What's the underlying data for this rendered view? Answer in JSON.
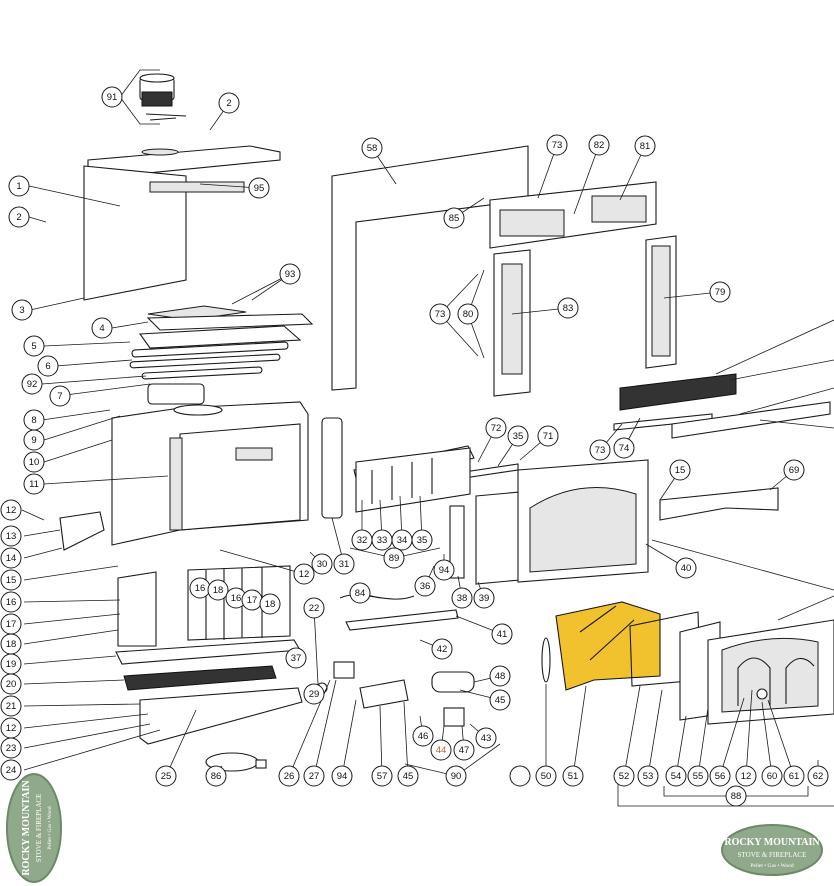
{
  "callouts": [
    {
      "id": "c91a",
      "label": "91"
    },
    {
      "id": "c2a",
      "label": "2"
    },
    {
      "id": "c1",
      "label": "1"
    },
    {
      "id": "c95",
      "label": "95"
    },
    {
      "id": "c2b",
      "label": "2"
    },
    {
      "id": "c3",
      "label": "3"
    },
    {
      "id": "c93",
      "label": "93"
    },
    {
      "id": "c4",
      "label": "4"
    },
    {
      "id": "c5",
      "label": "5"
    },
    {
      "id": "c6",
      "label": "6"
    },
    {
      "id": "c92",
      "label": "92"
    },
    {
      "id": "c7",
      "label": "7"
    },
    {
      "id": "c8",
      "label": "8"
    },
    {
      "id": "c9",
      "label": "9"
    },
    {
      "id": "c10",
      "label": "10"
    },
    {
      "id": "c11",
      "label": "11"
    },
    {
      "id": "c12a",
      "label": "12"
    },
    {
      "id": "c13",
      "label": "13"
    },
    {
      "id": "c14",
      "label": "14"
    },
    {
      "id": "c15a",
      "label": "15"
    },
    {
      "id": "c16a",
      "label": "16"
    },
    {
      "id": "c17a",
      "label": "17"
    },
    {
      "id": "c18a",
      "label": "18"
    },
    {
      "id": "c19",
      "label": "19"
    },
    {
      "id": "c20",
      "label": "20"
    },
    {
      "id": "c21",
      "label": "21"
    },
    {
      "id": "c12b",
      "label": "12"
    },
    {
      "id": "c23",
      "label": "23"
    },
    {
      "id": "c24",
      "label": "24"
    },
    {
      "id": "c16b",
      "label": "16"
    },
    {
      "id": "c18b",
      "label": "18"
    },
    {
      "id": "c16c",
      "label": "16"
    },
    {
      "id": "c17b",
      "label": "17"
    },
    {
      "id": "c18c",
      "label": "18"
    },
    {
      "id": "c12c",
      "label": "12"
    },
    {
      "id": "c30",
      "label": "30"
    },
    {
      "id": "c31",
      "label": "31"
    },
    {
      "id": "c25",
      "label": "25"
    },
    {
      "id": "c86",
      "label": "86"
    },
    {
      "id": "c22",
      "label": "22"
    },
    {
      "id": "c37",
      "label": "37"
    },
    {
      "id": "c29",
      "label": "29"
    },
    {
      "id": "c26",
      "label": "26"
    },
    {
      "id": "c27",
      "label": "27"
    },
    {
      "id": "c94a",
      "label": "94"
    },
    {
      "id": "c57",
      "label": "57"
    },
    {
      "id": "c45a",
      "label": "45"
    },
    {
      "id": "c58",
      "label": "58"
    },
    {
      "id": "c73a",
      "label": "73"
    },
    {
      "id": "c82",
      "label": "82"
    },
    {
      "id": "c81",
      "label": "81"
    },
    {
      "id": "c85",
      "label": "85"
    },
    {
      "id": "c73b",
      "label": "73"
    },
    {
      "id": "c80",
      "label": "80"
    },
    {
      "id": "c83",
      "label": "83"
    },
    {
      "id": "c79",
      "label": "79"
    },
    {
      "id": "c73c",
      "label": "73"
    },
    {
      "id": "c74",
      "label": "74"
    },
    {
      "id": "c72",
      "label": "72"
    },
    {
      "id": "c35a",
      "label": "35"
    },
    {
      "id": "c71",
      "label": "71"
    },
    {
      "id": "c15b",
      "label": "15"
    },
    {
      "id": "c69",
      "label": "69"
    },
    {
      "id": "c32",
      "label": "32"
    },
    {
      "id": "c33",
      "label": "33"
    },
    {
      "id": "c34",
      "label": "34"
    },
    {
      "id": "c35b",
      "label": "35"
    },
    {
      "id": "c89",
      "label": "89"
    },
    {
      "id": "c36",
      "label": "36"
    },
    {
      "id": "c94b",
      "label": "94"
    },
    {
      "id": "c38",
      "label": "38"
    },
    {
      "id": "c39",
      "label": "39"
    },
    {
      "id": "c40",
      "label": "40"
    },
    {
      "id": "c84",
      "label": "84"
    },
    {
      "id": "c41",
      "label": "41"
    },
    {
      "id": "c42",
      "label": "42"
    },
    {
      "id": "c48",
      "label": "48"
    },
    {
      "id": "c45b",
      "label": "45"
    },
    {
      "id": "c46",
      "label": "46"
    },
    {
      "id": "c44",
      "label": "44"
    },
    {
      "id": "c47",
      "label": "47"
    },
    {
      "id": "c43",
      "label": "43"
    },
    {
      "id": "c90",
      "label": "90"
    },
    {
      "id": "c50",
      "label": "50"
    },
    {
      "id": "c51",
      "label": "51"
    },
    {
      "id": "c52",
      "label": "52"
    },
    {
      "id": "c53",
      "label": "53"
    },
    {
      "id": "c54",
      "label": "54"
    },
    {
      "id": "c55",
      "label": "55"
    },
    {
      "id": "c56",
      "label": "56"
    },
    {
      "id": "c12d",
      "label": "12"
    },
    {
      "id": "c60",
      "label": "60"
    },
    {
      "id": "c61",
      "label": "61"
    },
    {
      "id": "c62",
      "label": "62"
    },
    {
      "id": "c88",
      "label": "88"
    }
  ],
  "logo": {
    "line1": "ROCKY MOUNTAIN",
    "line2": "STOVE & FIREPLACE",
    "line3": "Pellet • Gas • Wood"
  },
  "colors": {
    "highlight": "#f2c12e",
    "logo_green": "#8fa98a",
    "logo_red": "#c23b22",
    "accent_text": "#b5651d"
  }
}
